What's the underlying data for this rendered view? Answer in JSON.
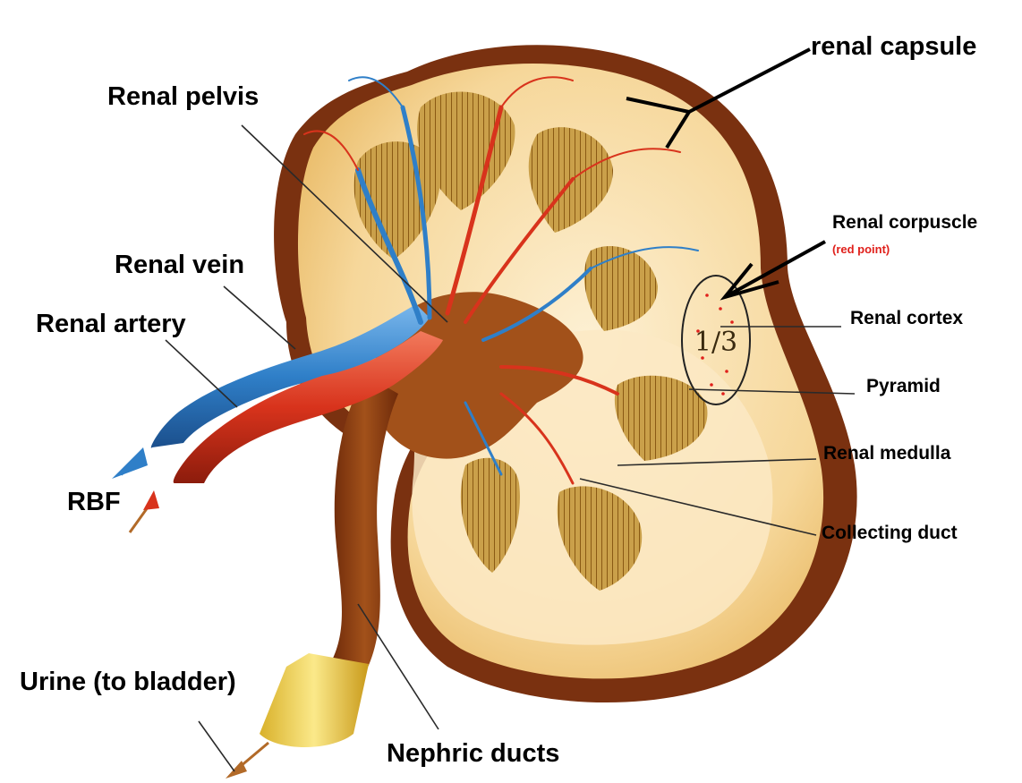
{
  "labels": {
    "renal_capsule": "renal capsule",
    "renal_pelvis": "Renal pelvis",
    "renal_vein": "Renal vein",
    "renal_artery": "Renal artery",
    "rbf": "RBF",
    "urine": "Urine (to bladder)",
    "nephric_ducts": "Nephric ducts",
    "renal_corpuscle": "Renal corpuscle",
    "red_point": "(red point)",
    "renal_cortex": "Renal cortex",
    "pyramid": "Pyramid",
    "renal_medulla": "Renal medulla",
    "collecting_duct": "Collecting duct",
    "cortex_fraction": "1/3"
  },
  "colors": {
    "capsule": "#7a3110",
    "cortex": "#f6d79a",
    "medulla": "#fbe9c4",
    "pyramid": "#b8862e",
    "pelvis": "#a2511a",
    "vein": "#2f7fc8",
    "artery": "#d8331c",
    "ureter_tip": "#f0d24a",
    "highlight": "#e0201b"
  }
}
